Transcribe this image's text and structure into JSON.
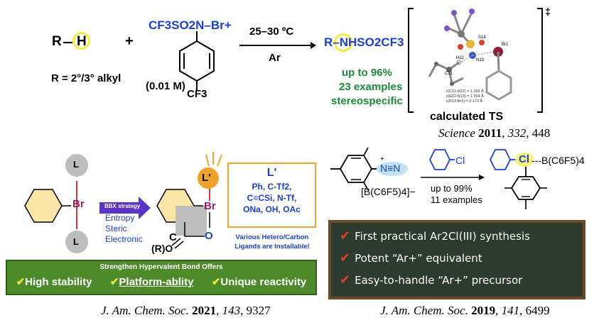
{
  "panel_top": {
    "reactant": "R",
    "h_atom": "H",
    "plus": "+",
    "reagent_top": "CF3SO2N–Br+",
    "reagent_group": "CF3",
    "reagent_conc": "(0.01 M)",
    "condition_temp": "25–30 ºC",
    "condition_atm": "Ar",
    "r_label": "R = 2°/3° alkyl",
    "product": "R–NHSO2CF3",
    "yield": "up to 96%",
    "examples": "23 examples",
    "stereo": "stereospecific",
    "ts_label": "calculated TS",
    "ts_dagger": "‡",
    "ts_atoms": {
      "s": "S14",
      "n": "N13",
      "br": "Br1",
      "h": "H22",
      "c": "C21"
    },
    "ts_bonds": [
      "r(C21-H22) = 1.183 Å",
      "r(H22-N13) = 1.394 Å",
      "r(N13-Br1) = 2.173 Å"
    ],
    "citation": {
      "journal": "Science",
      "year": "2011",
      "volume": "332",
      "page": ", 448"
    }
  },
  "panel_left": {
    "ligand_top": "L",
    "ligand_bottom": "L",
    "atom_br": "Br",
    "atom_br2": "Br",
    "arrow_label": "BBX strategy",
    "effects": [
      "Entropy",
      "Steric",
      "Electronic"
    ],
    "l_prime": "L'",
    "ring_c": "C",
    "ring_o": "O",
    "ring_r": "(R)O",
    "box_title": "L'",
    "box_lines": [
      "Ph, C-Tf2,",
      "C≡CSi, N-Tf,",
      "ONa, OH, OAc"
    ],
    "ligand_note_1": "Various Hetero/Carbon",
    "ligand_note_2": "Ligands are Installable!",
    "bar_title": "Strengthen Hypervalent Bond Offers",
    "bar_items": [
      "High stability",
      "Platform-ablity",
      "Unique reactivity"
    ],
    "citation": {
      "journal": "J. Am. Chem. Soc.",
      "year": "2021",
      "volume": "143",
      "page": ", 9327"
    }
  },
  "panel_right": {
    "diazonium_charge": "+",
    "diazonium": "N≡N",
    "counterion": "[B(C6F5)4]−",
    "reagent": "Cl",
    "yield": "up to 99%",
    "examples": "11 examples",
    "product_cl": "Cl",
    "product_anion": "B(C6F5)4",
    "chalk_lines": [
      "First practical Ar2Cl(III) synthesis",
      "Potent “Ar+” equivalent",
      "Easy-to-handle “Ar+” precursor"
    ],
    "citation": {
      "journal": "J. Am. Chem. Soc.",
      "year": "2019",
      "volume": "141",
      "page": ", 6499"
    }
  },
  "colors": {
    "blue": "#1a3fd6",
    "green_text": "#1d8a3a",
    "purple": "#9a1f6b",
    "yellow_highlight": "#f2ef3a",
    "orange": "#f0a32a",
    "hexagon_fill": "#fbe6a8",
    "chalkboard": "#2d3a2e",
    "chalk_frame": "#6b4a2a",
    "bar_green": "#4c8a2a"
  }
}
